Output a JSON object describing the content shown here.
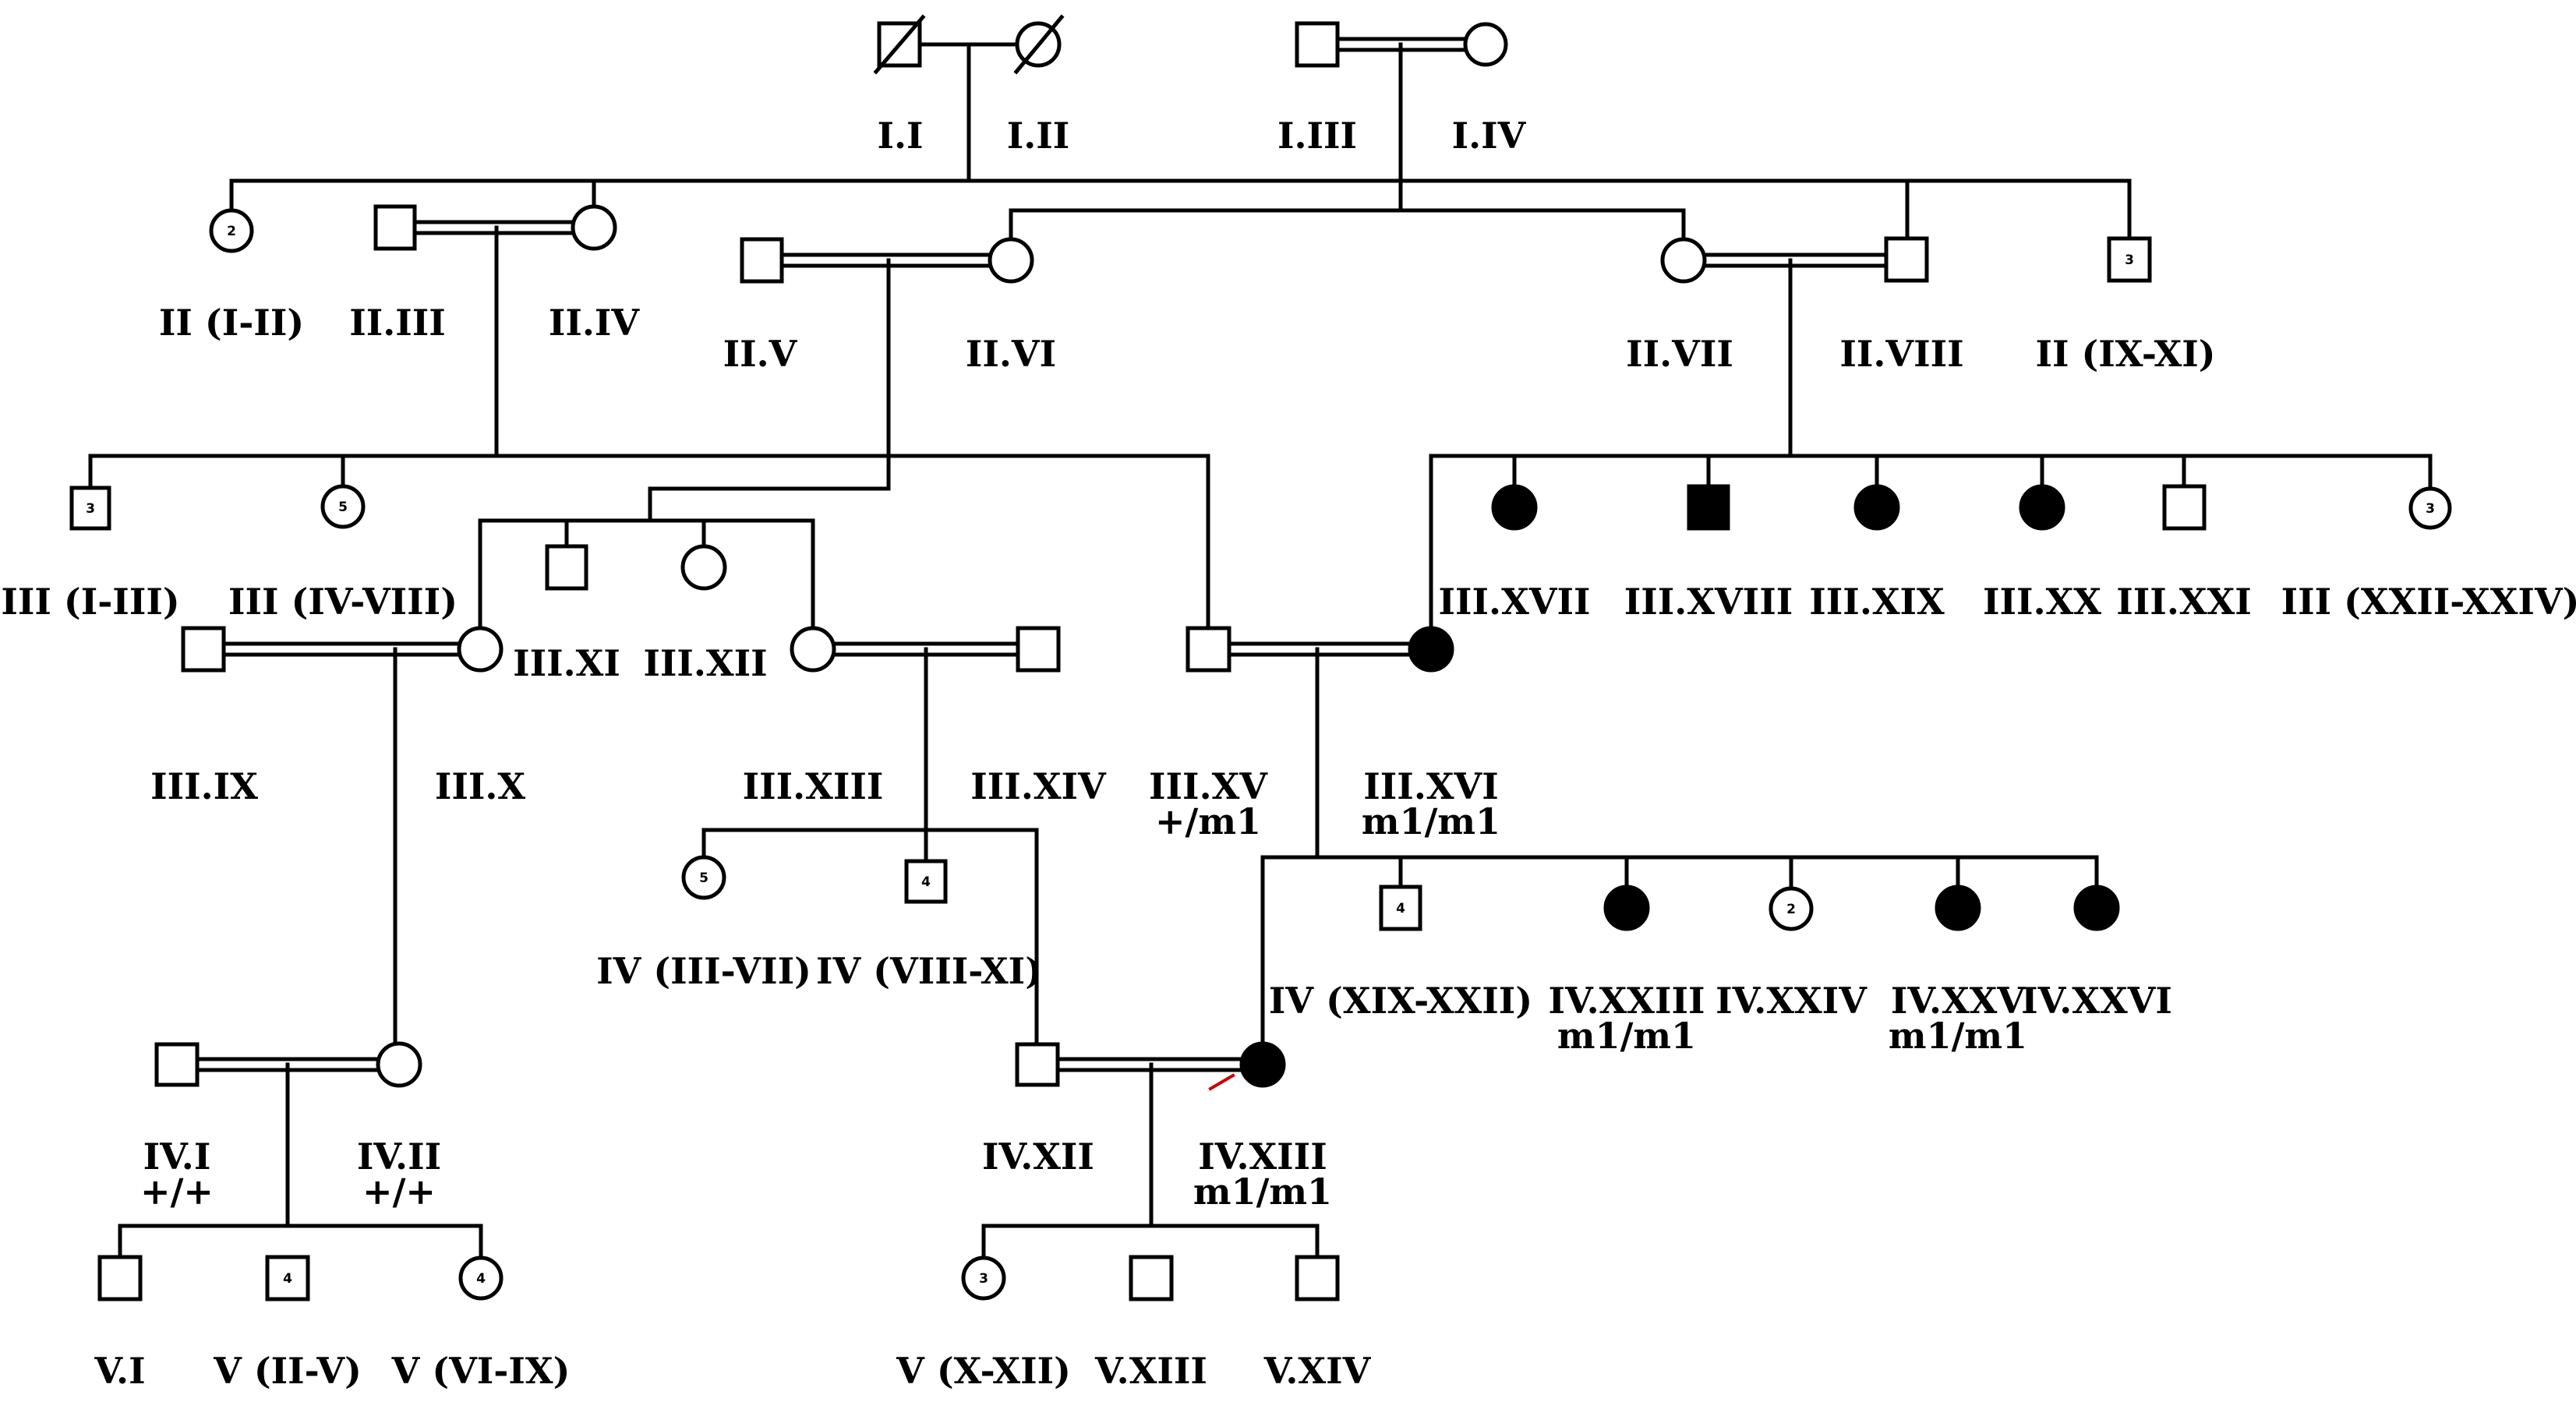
{
  "colors": {
    "line": "#000000",
    "affected": "#000000",
    "unaffected": "#ffffff",
    "mark": "#cc0000"
  },
  "labels": {
    "I_I": "I.I",
    "I_II": "I.II",
    "I_III": "I.III",
    "I_IV": "I.IV",
    "II_I_II": "II (I-II)",
    "II_III": "II.III",
    "II_IV": "II.IV",
    "II_V": "II.V",
    "II_VI": "II.VI",
    "II_VII": "II.VII",
    "II_VIII": "II.VIII",
    "II_IX_XI": "II (IX-XI)",
    "III_I_III": "III (I-III)",
    "III_IV_VIII": "III (IV-VIII)",
    "III_XI": "III.XI",
    "III_XII": "III.XII",
    "III_XVII": "III.XVII",
    "III_XVIII": "III.XVIII",
    "III_XIX": "III.XIX",
    "III_XX": "III.XX",
    "III_XXI": "III.XXI",
    "III_XXII_XXIV": "III (XXII-XXIV)",
    "III_IX": "III.IX",
    "III_X": "III.X",
    "III_XIII": "III.XIII",
    "III_XIV": "III.XIV",
    "III_XV": "III.XV",
    "III_XVI": "III.XVI",
    "IV_III_VII": "IV (III-VII)",
    "IV_VIII_XI": "IV (VIII-XI)",
    "IV_XIX_XXII": "IV (XIX-XXII)",
    "IV_XXIII": "IV.XXIII",
    "IV_XXIV": "IV.XXIV",
    "IV_XXV": "IV.XXV",
    "IV_XXVI": "IV.XXVI",
    "IV_I": "IV.I",
    "IV_II": "IV.II",
    "IV_XII": "IV.XII",
    "IV_XIII": "IV.XIII",
    "V_I": "V.I",
    "V_II_V": "V (II-V)",
    "V_VI_IX": "V (VI-IX)",
    "V_X_XII": "V (X-XII)",
    "V_XIII": "V.XIII",
    "V_XIV": "V.XIV"
  },
  "genotypes": {
    "III_XV": "+/m1",
    "III_XVI": "m1/m1",
    "IV_XXIII": "m1/m1",
    "IV_XXV": "m1/m1",
    "IV_I": "+/+",
    "IV_II": "+/+",
    "IV_XIII": "m1/m1"
  },
  "counts": {
    "II_I_II": "2",
    "II_IX_XI": "3",
    "III_I_III": "3",
    "III_IV_VIII": "5",
    "III_XXII_XXIV": "3",
    "IV_III_VII": "5",
    "IV_VIII_XI": "4",
    "IV_XIX_XXII": "4",
    "IV_XXIV": "2",
    "V_II_V": "4",
    "V_VI_IX": "4",
    "V_X_XII": "3"
  }
}
